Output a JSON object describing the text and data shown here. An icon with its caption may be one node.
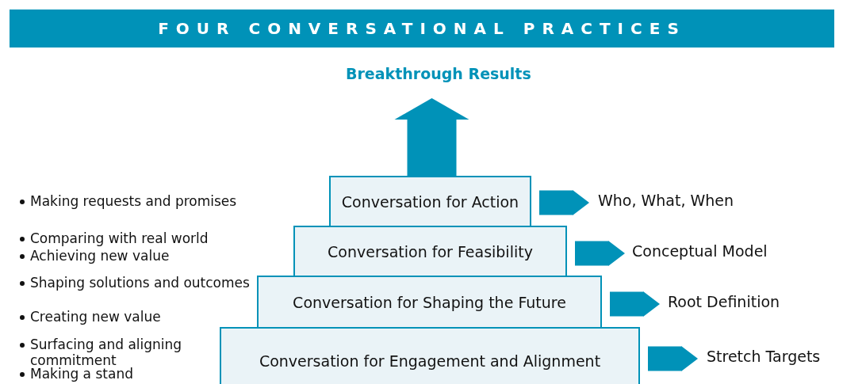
{
  "diagram": {
    "title": "FOUR CONVERSATIONAL PRACTICES",
    "nodes": [
      {
        "text": [
          "Breakthrough Results"
        ]
      },
      {
        "text": [
          "Conversation for Action"
        ]
      },
      {
        "text": [
          "Conversation for Feasibility"
        ]
      },
      {
        "text": [
          "Conversation for Shaping the Future"
        ]
      },
      {
        "text": [
          "Conversation for Engagement and Alignment"
        ]
      },
      {
        "text": [
          "Who, What, When"
        ]
      },
      {
        "text": [
          "Conceptual Model"
        ]
      },
      {
        "text": [
          "Root Definition"
        ]
      },
      {
        "text": [
          "Stretch Targets"
        ]
      }
    ],
    "edges": [
      {
        "from": 1,
        "to": 0,
        "arrow": "to",
        "style": "thick"
      },
      {
        "from": 1,
        "to": 5,
        "arrow": "to"
      },
      {
        "from": 2,
        "to": 6,
        "arrow": "to"
      },
      {
        "from": 3,
        "to": 7,
        "arrow": "to"
      },
      {
        "from": 4,
        "to": 8,
        "arrow": "to"
      }
    ],
    "labels": [
      "Making requests and promises",
      "Comparing with real world",
      "Achieving new value",
      "Shaping solutions and outcomes",
      "Creating new value",
      "Surfacing and aligning commitment",
      "Making a stand"
    ]
  }
}
